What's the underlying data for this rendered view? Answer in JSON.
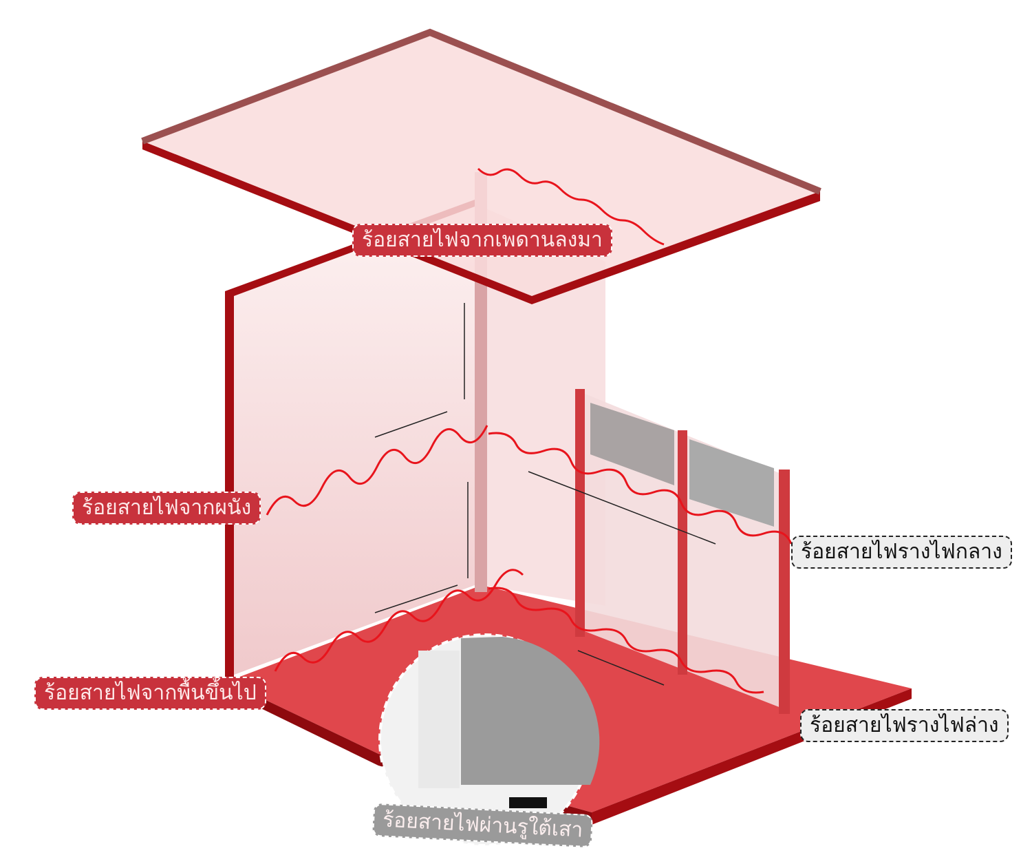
{
  "labels": {
    "ceiling": "ร้อยสายไฟจากเพดานลงมา",
    "wall": "ร้อยสายไฟจากผนัง",
    "floor": "ร้อยสายไฟจากพื้นขึ้นไป",
    "middle_rail": "ร้อยสายไฟรางไฟกลาง",
    "bottom_rail": "ร้อยสายไฟรางไฟล่าง",
    "post_hole": "ร้อยสายไฟผ่านรูใต้เสา"
  },
  "colors": {
    "frame": "#a50d12",
    "floor": "#e0474c",
    "wire": "#e8141c",
    "label_red": "#c8323c"
  }
}
